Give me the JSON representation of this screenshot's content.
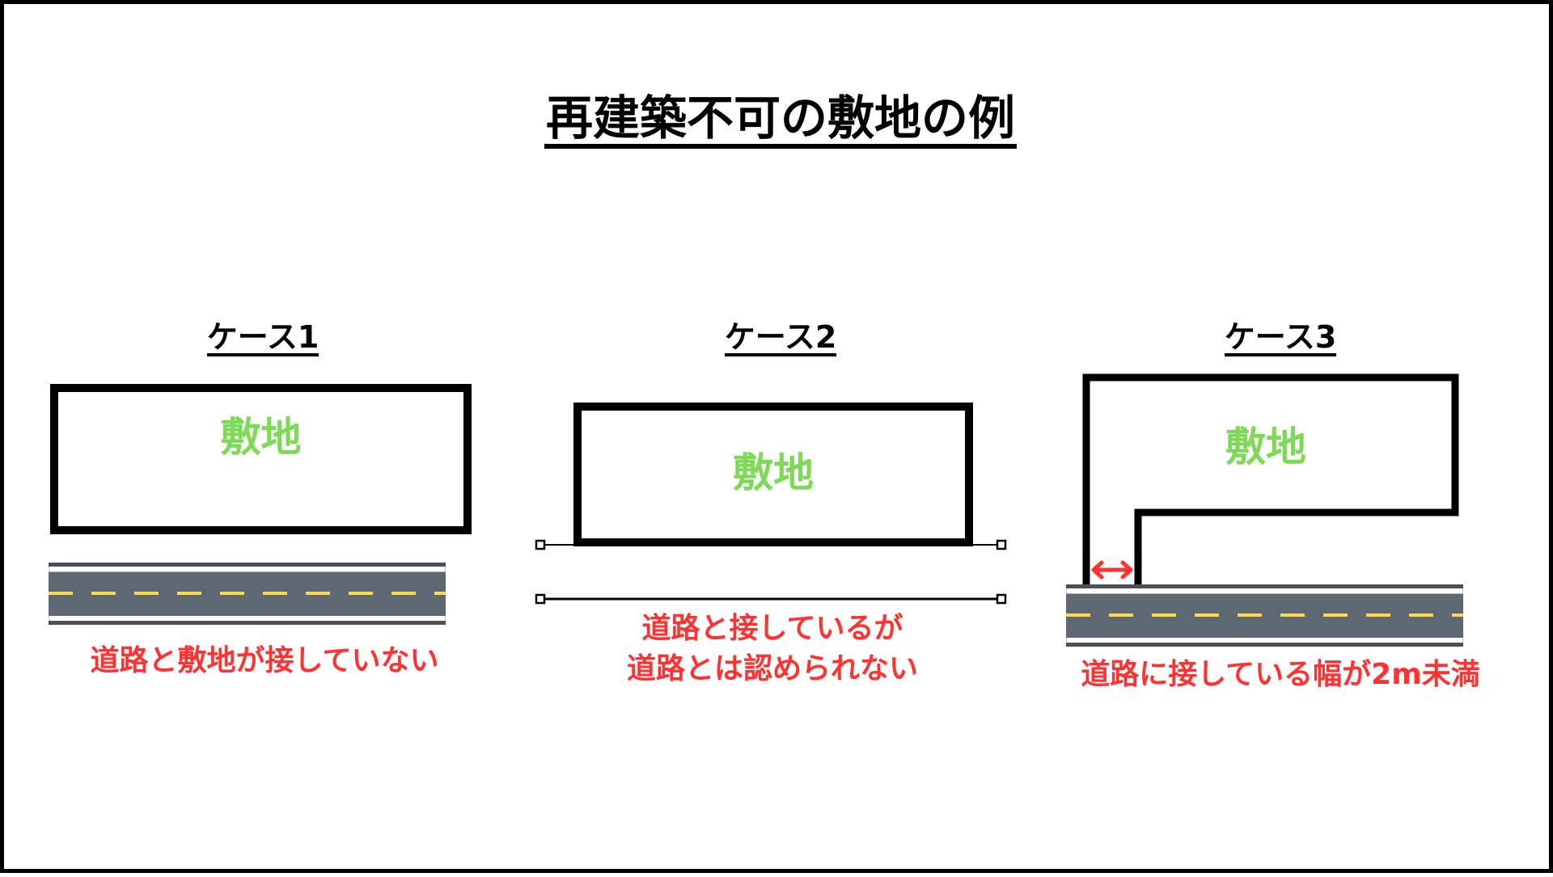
{
  "title": "再建築不可の敷地の例",
  "colors": {
    "site_label": "#7ed957",
    "caption": "#ff3131",
    "road_asphalt": "#5d6872",
    "road_edge": "#4a5157",
    "road_centerline": "#ffd94a",
    "outline": "#000000"
  },
  "cases": [
    {
      "heading": "ケース1",
      "site_label": "敷地",
      "caption_lines": [
        "道路と敷地が接していない"
      ]
    },
    {
      "heading": "ケース2",
      "site_label": "敷地",
      "caption_lines": [
        "道路と接しているが",
        "道路とは認められない"
      ]
    },
    {
      "heading": "ケース3",
      "site_label": "敷地",
      "caption_lines": [
        "道路に接している幅が2m未満"
      ],
      "frontage_marker": "double-arrow"
    }
  ]
}
